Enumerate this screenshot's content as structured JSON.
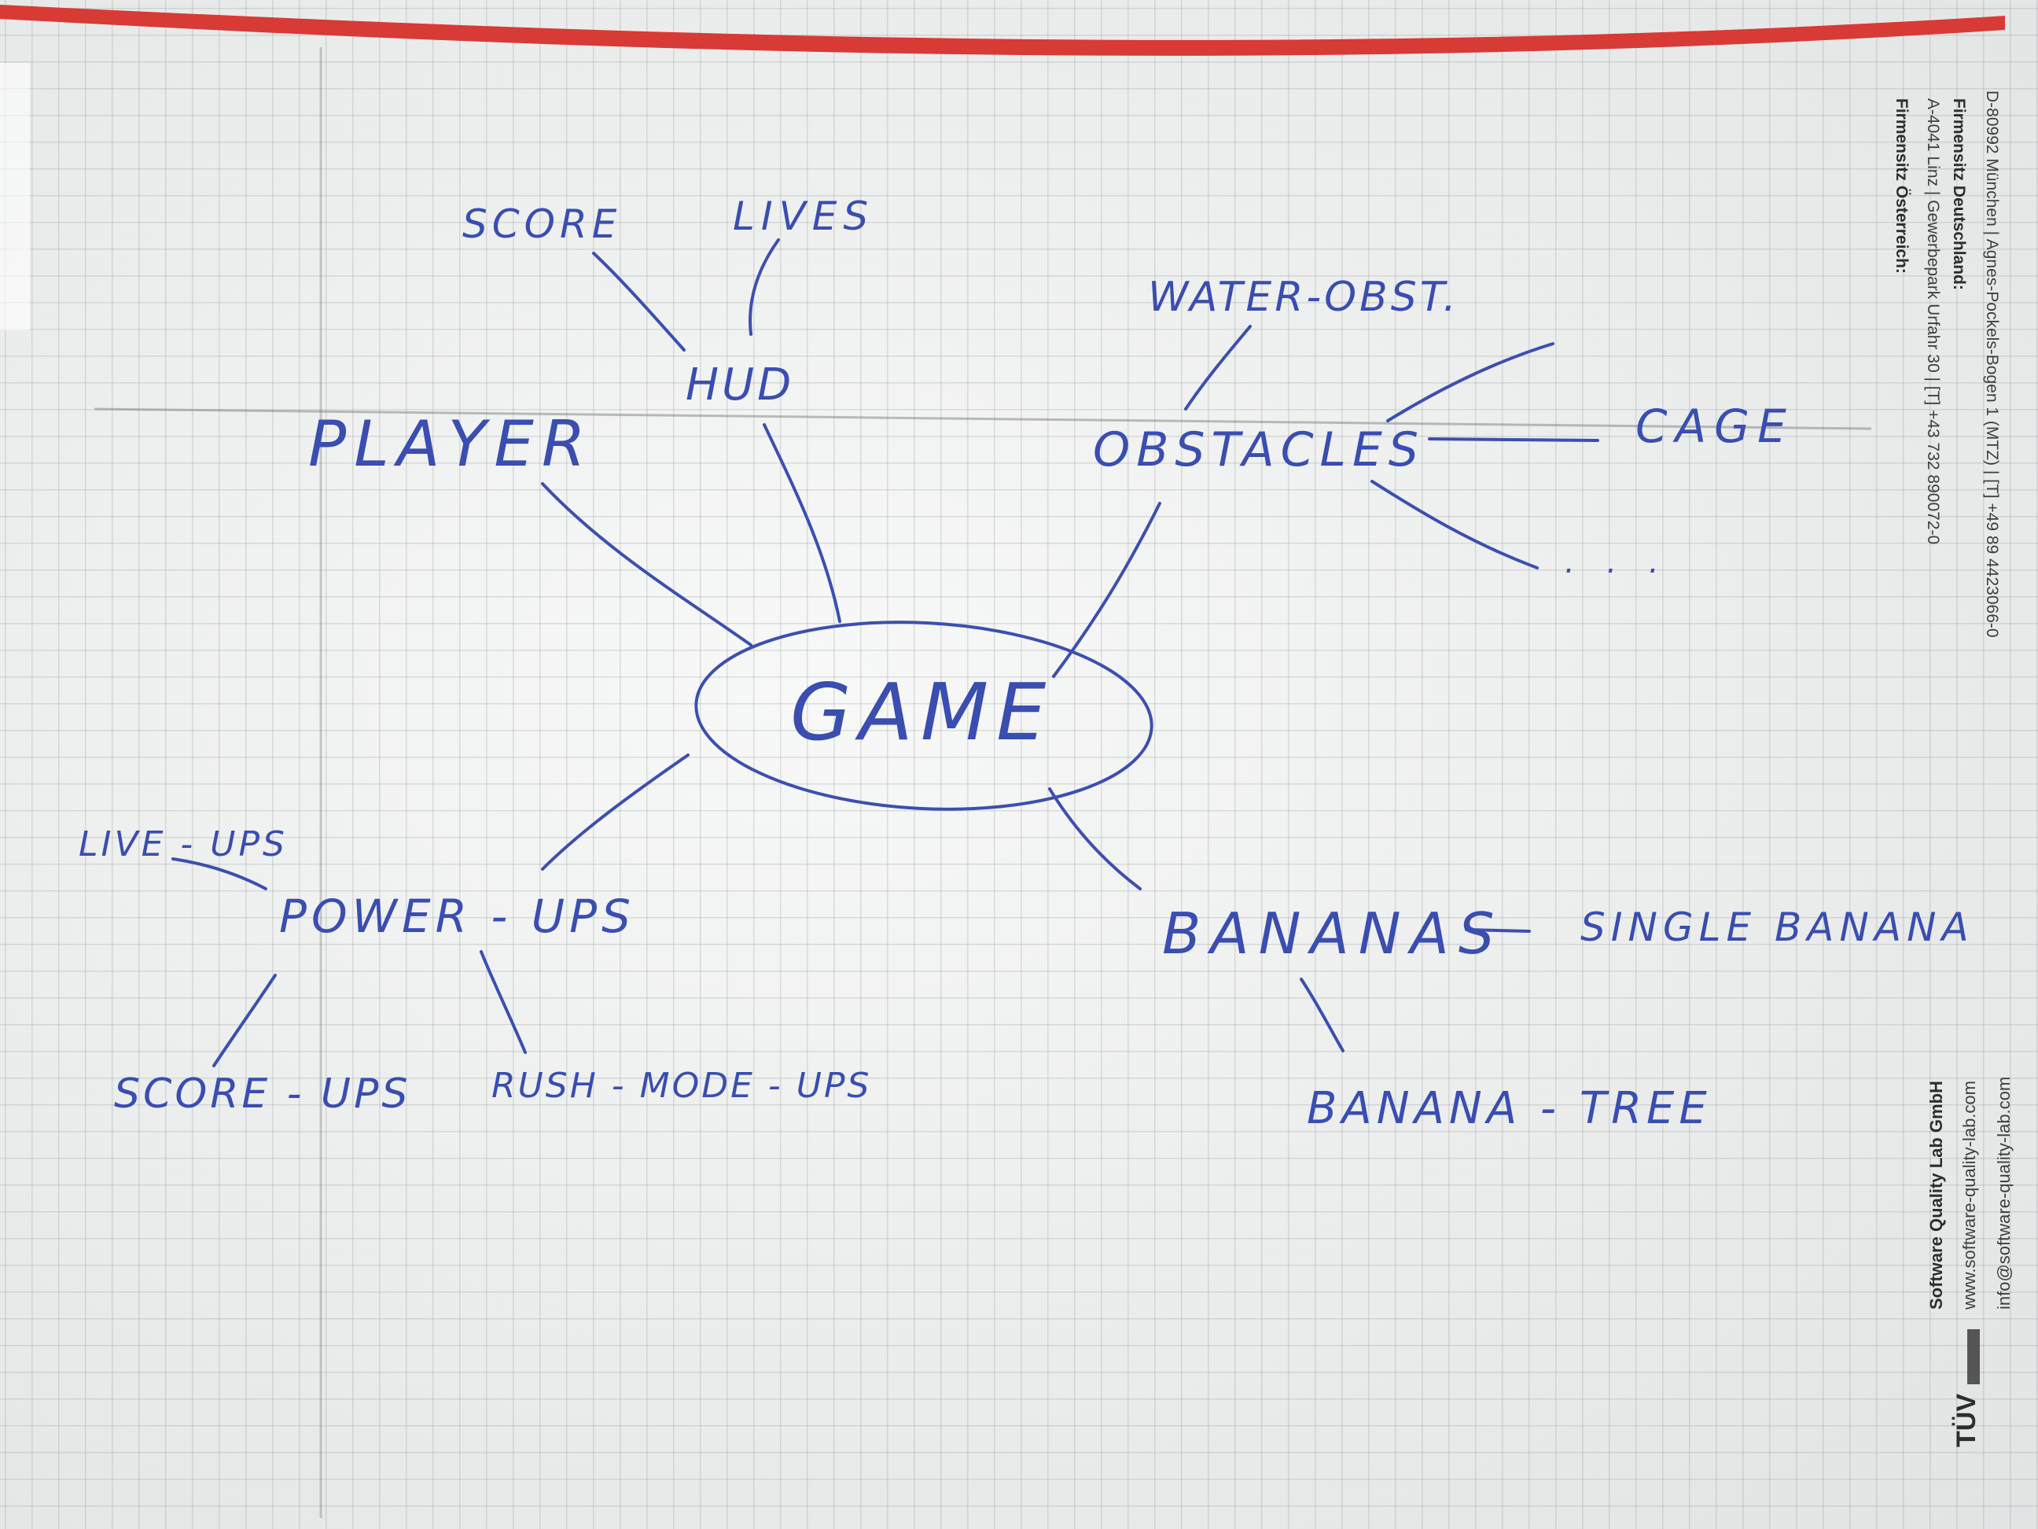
{
  "diagram": {
    "center": "GAME",
    "nodes": {
      "player": "PLAYER",
      "hud": "HUD",
      "score": "SCORE",
      "lives": "LIVES",
      "obstacles": "OBSTACLES",
      "water_obst": "WATER-OBST.",
      "cage": "CAGE",
      "obstacles_more": ". . .",
      "power_ups": "POWER - UPS",
      "live_ups": "LIVE - UPS",
      "score_ups": "SCORE - UPS",
      "rush_mode_ups": "RUSH - MODE - UPS",
      "bananas": "BANANAS",
      "single_banana": "SINGLE BANANA",
      "banana_tree": "BANANA - TREE"
    }
  },
  "letterhead": {
    "hq_austria_label": "Firmensitz Österreich:",
    "hq_austria_address": "A-4041 Linz | Gewerbepark Urfahr 30 | [T] +43 732 890072-0",
    "hq_germany_label": "Firmensitz Deutschland:",
    "hq_germany_address": "D-80992 München | Agnes-Pockels-Bogen 1 (MTZ) | [T] +49 89 4423066-0",
    "company": "Software Quality Lab GmbH",
    "website": "www.software-quality-lab.com",
    "email": "info@software-quality-lab.com",
    "badge": "TÜV"
  },
  "colors": {
    "ink": "#3c4fb0",
    "red_stripe": "#d83a36",
    "paper": "#eef0ef"
  }
}
